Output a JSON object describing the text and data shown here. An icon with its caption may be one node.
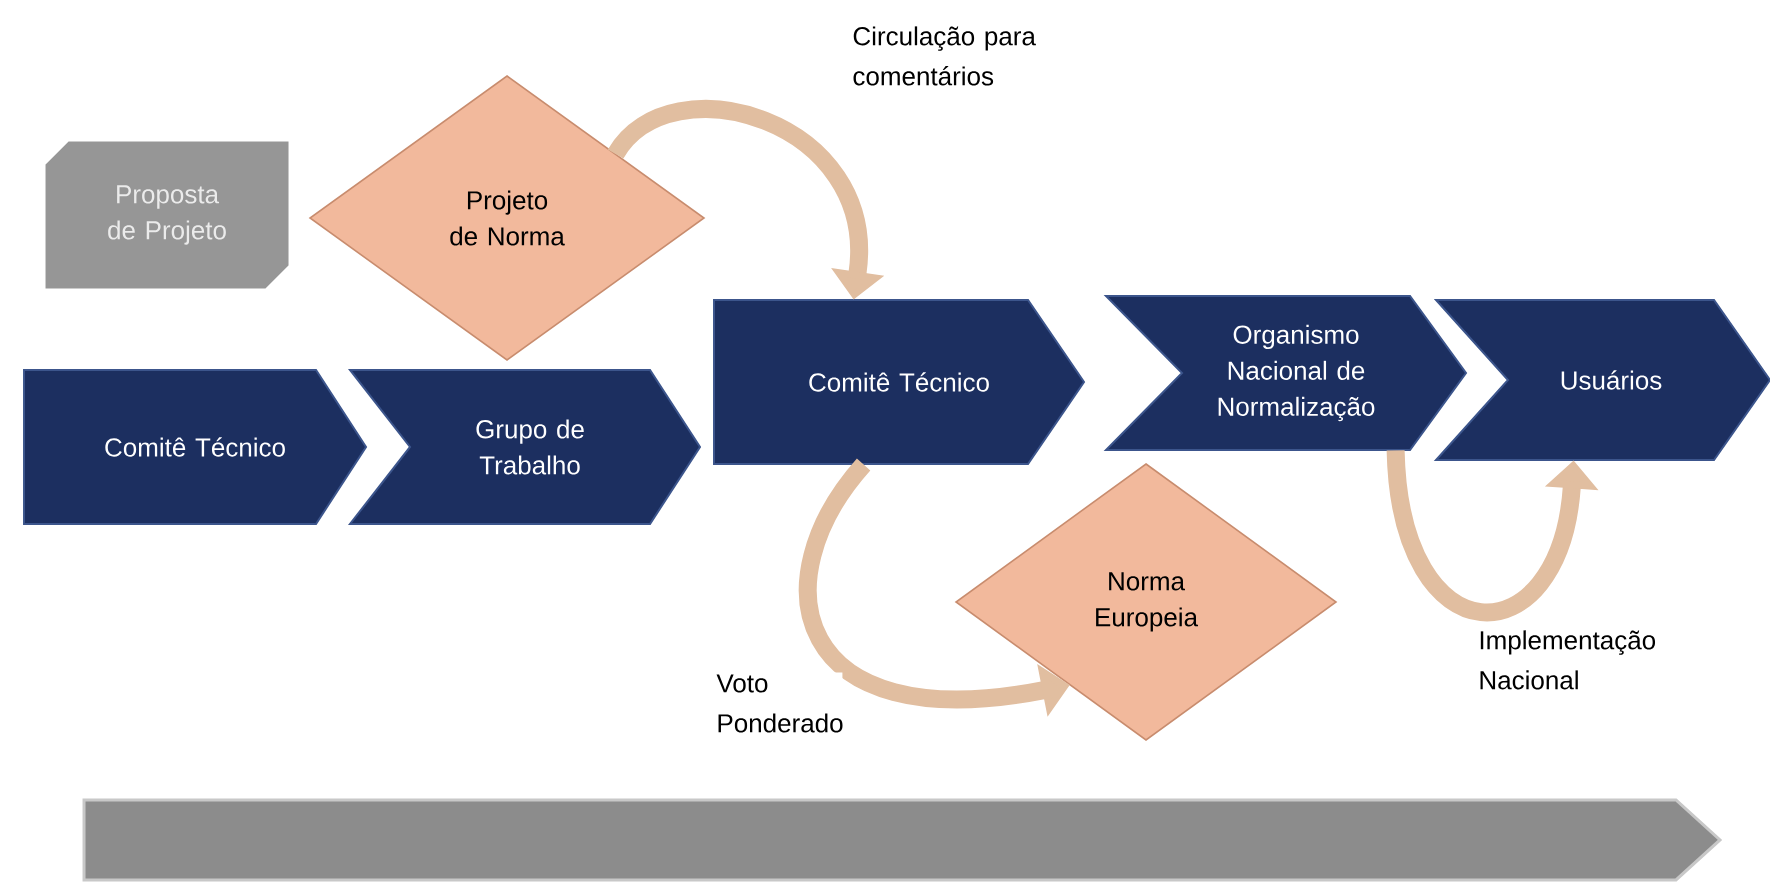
{
  "diagram": {
    "nodes": [
      {
        "text": [
          "Proposta de Projeto"
        ]
      },
      {
        "text": [
          "Projeto de Norma"
        ]
      },
      {
        "text": [
          "Comitê  Técnico"
        ]
      },
      {
        "text": [
          "Grupo de Trabalho"
        ]
      },
      {
        "text": [
          "Comitê  Técnico"
        ]
      },
      {
        "text": [
          "Organismo Nacional de Normalização"
        ]
      },
      {
        "text": [
          "Usuários"
        ]
      },
      {
        "text": [
          "Norma Europeia"
        ]
      }
    ],
    "edges": [
      {
        "from": 1,
        "to": 4,
        "arrow": "to",
        "label": "Circulação para comentários"
      },
      {
        "from": 4,
        "to": 7,
        "arrow": "to",
        "label": "Voto Ponderado"
      },
      {
        "from": 5,
        "to": 6,
        "arrow": "to",
        "label": "Implementação Nacional"
      }
    ]
  }
}
